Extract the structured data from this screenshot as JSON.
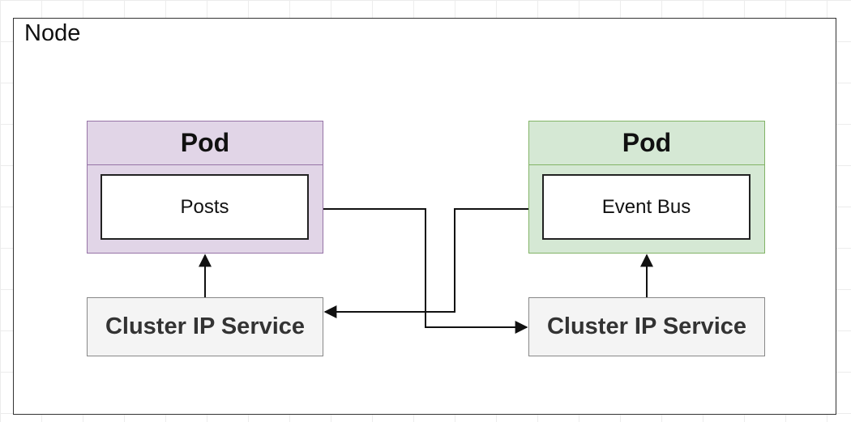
{
  "node": {
    "label": "Node"
  },
  "pods": [
    {
      "header": "Pod",
      "app": "Posts",
      "fill": "#e1d5e7",
      "border": "#9673a6"
    },
    {
      "header": "Pod",
      "app": "Event Bus",
      "fill": "#d5e8d4",
      "border": "#82b366"
    }
  ],
  "services": [
    {
      "label": "Cluster IP Service"
    },
    {
      "label": "Cluster IP Service"
    }
  ],
  "colors": {
    "line": "#111111",
    "service_fill": "#f4f4f4",
    "service_border": "#888888"
  }
}
